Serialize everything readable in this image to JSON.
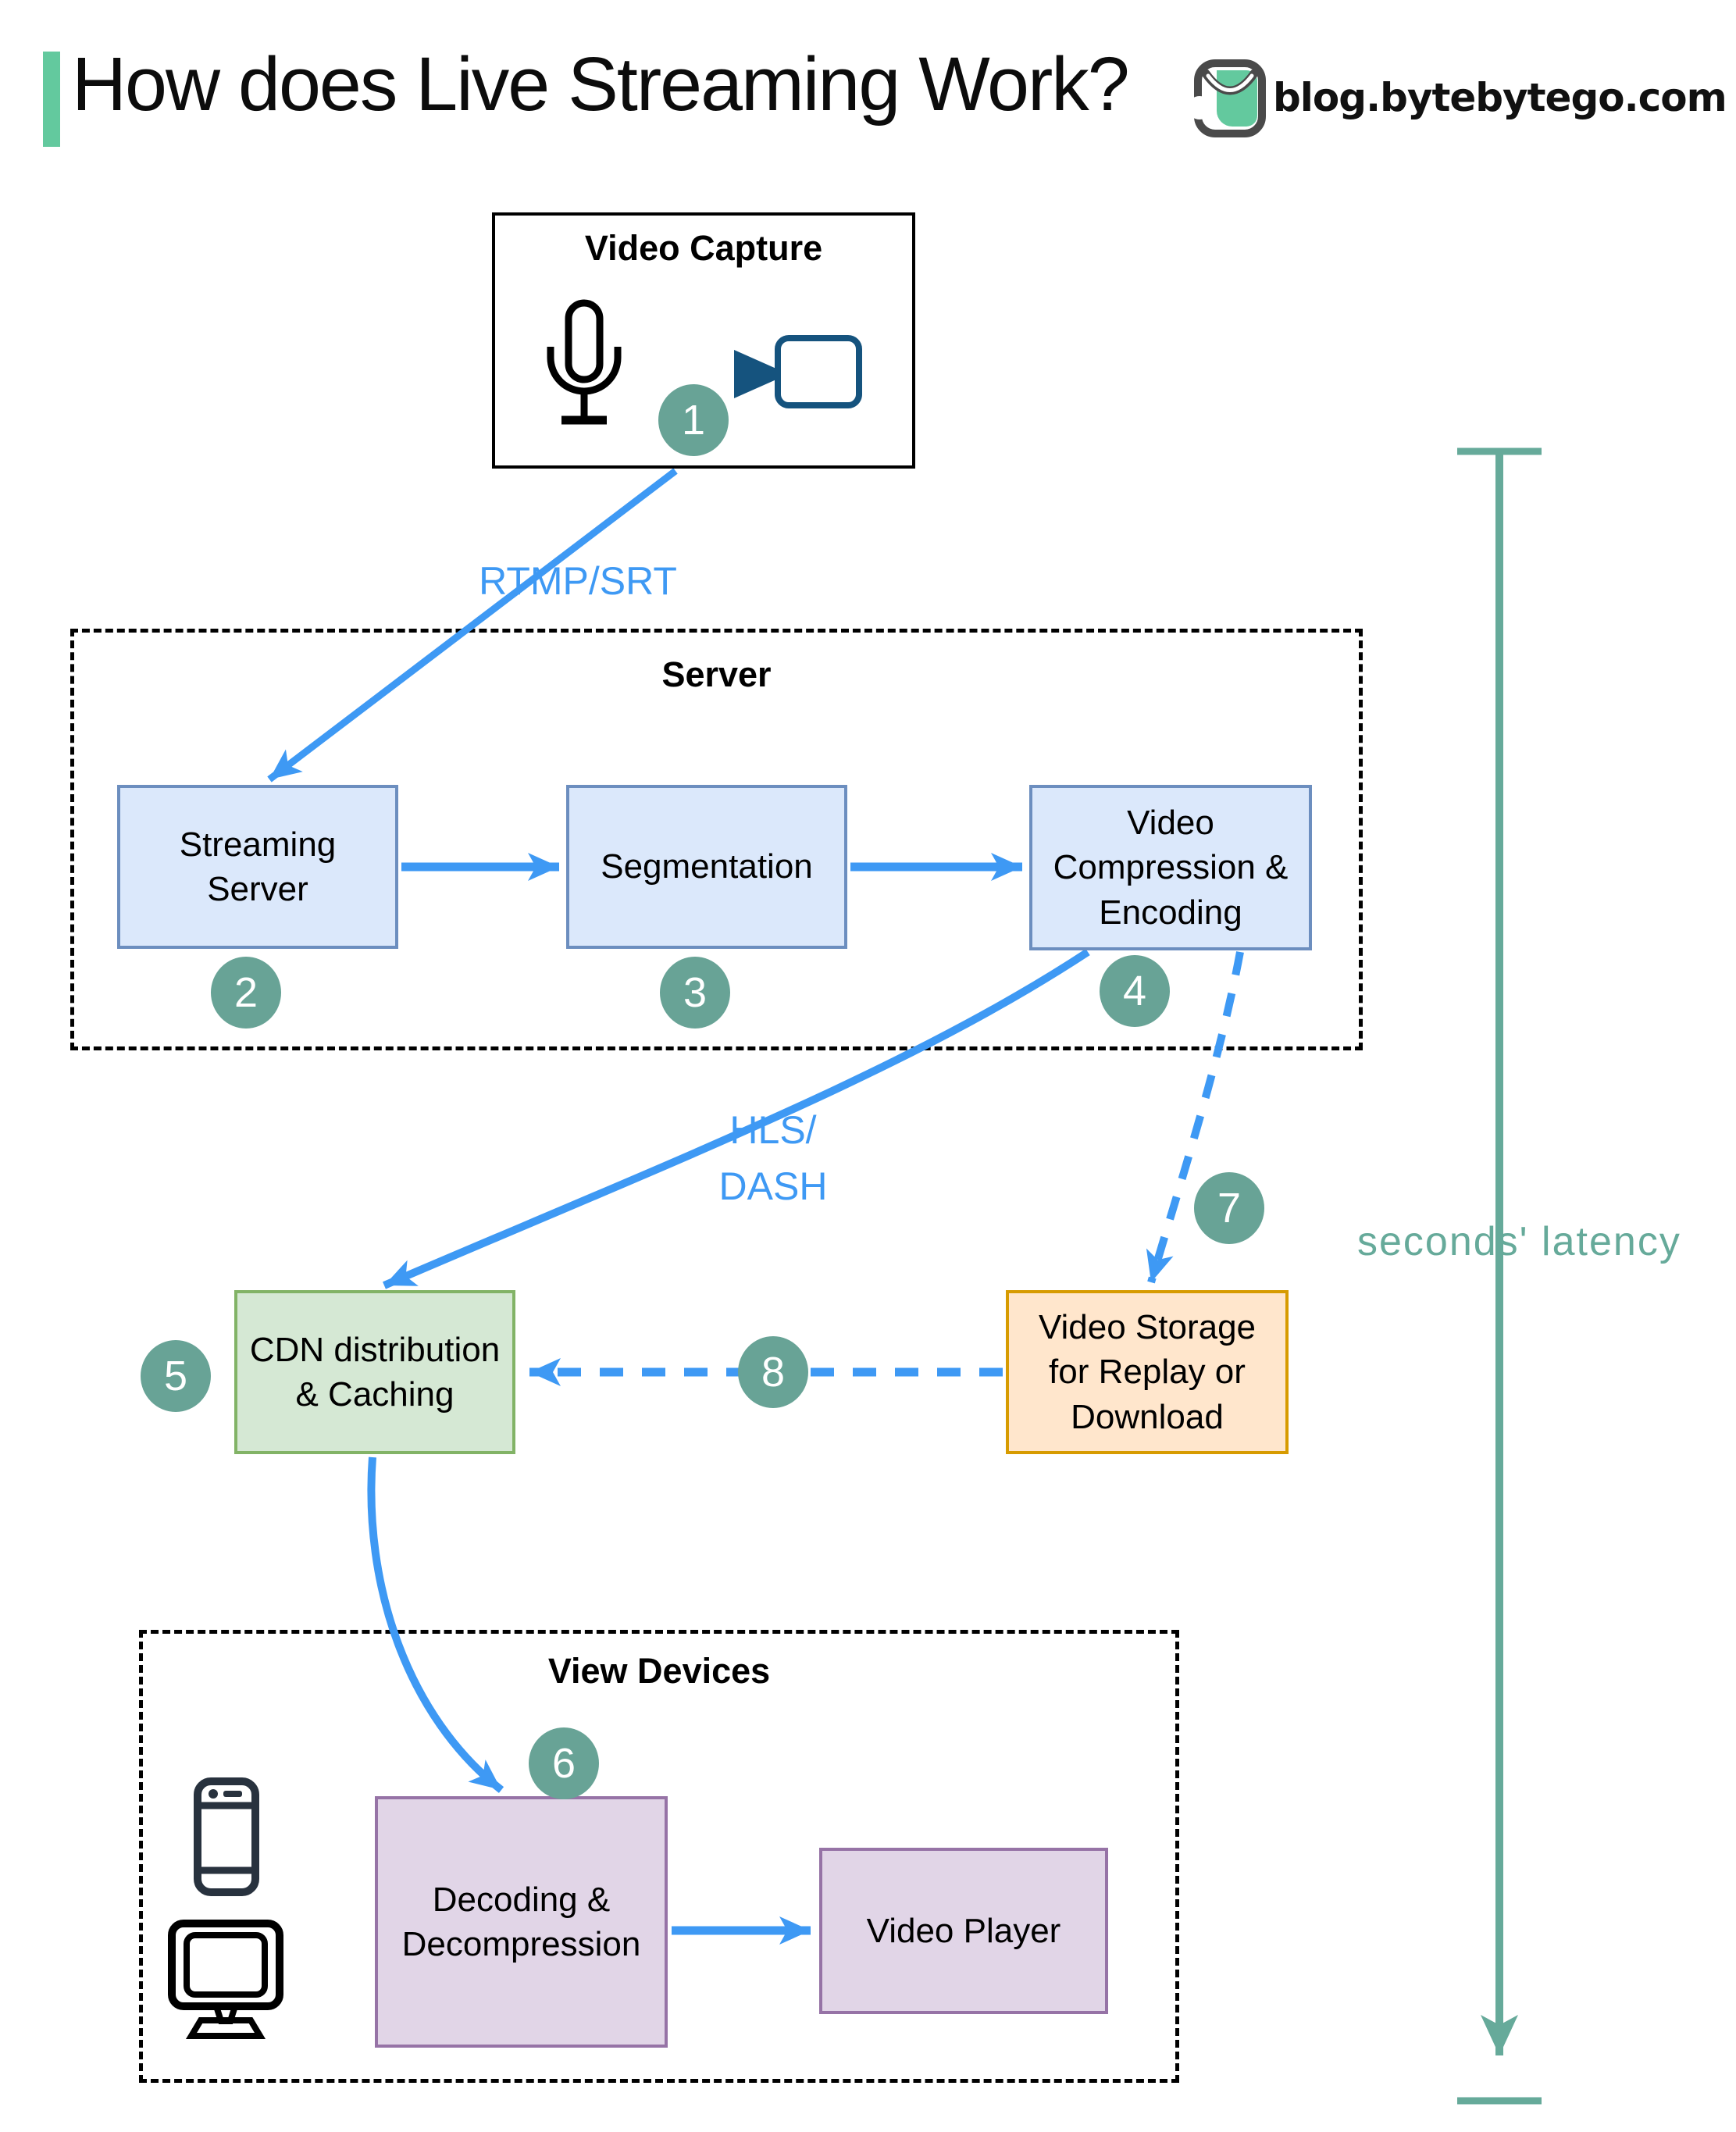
{
  "header": {
    "title": "How does Live Streaming Work?",
    "site": "blog.bytebytego.com"
  },
  "groups": {
    "video_capture": {
      "title": "Video Capture"
    },
    "server": {
      "title": "Server"
    },
    "view_devices": {
      "title": "View Devices"
    }
  },
  "nodes": {
    "streaming_server": {
      "label": "Streaming Server"
    },
    "segmentation": {
      "label": "Segmentation"
    },
    "video_compression": {
      "label": "Video Compression & Encoding"
    },
    "cdn": {
      "label": "CDN distribution & Caching"
    },
    "video_storage": {
      "label": "Video Storage for Replay or Download"
    },
    "decoding": {
      "label": "Decoding & Decompression"
    },
    "video_player": {
      "label": "Video Player"
    }
  },
  "edges": {
    "rtmp_srt": "RTMP/SRT",
    "hls_line1": "HLS/",
    "hls_line2": "DASH",
    "latency": "seconds' latency"
  },
  "steps": [
    "1",
    "2",
    "3",
    "4",
    "5",
    "6",
    "7",
    "8"
  ],
  "icons": {
    "logo": "bytebytego-logo-icon",
    "microphone": "microphone-icon",
    "camera": "video-camera-icon",
    "phone": "smartphone-icon",
    "monitor": "desktop-monitor-icon"
  },
  "colors": {
    "blue-arrow": "#3e99f4",
    "teal": "#68a396",
    "teal-line": "#66aa9a",
    "green-accent": "#63c99e",
    "blue-fill": "#dbe8fb",
    "blue-border": "#6c8ebf",
    "green-fill": "#d5e8d4",
    "green-border": "#82b366",
    "orange-fill": "#ffe6cc",
    "orange-border": "#d79b00",
    "purple-fill": "#e1d5e7",
    "purple-border": "#9673a6",
    "camera": "#15537e",
    "phone": "#28323e"
  }
}
